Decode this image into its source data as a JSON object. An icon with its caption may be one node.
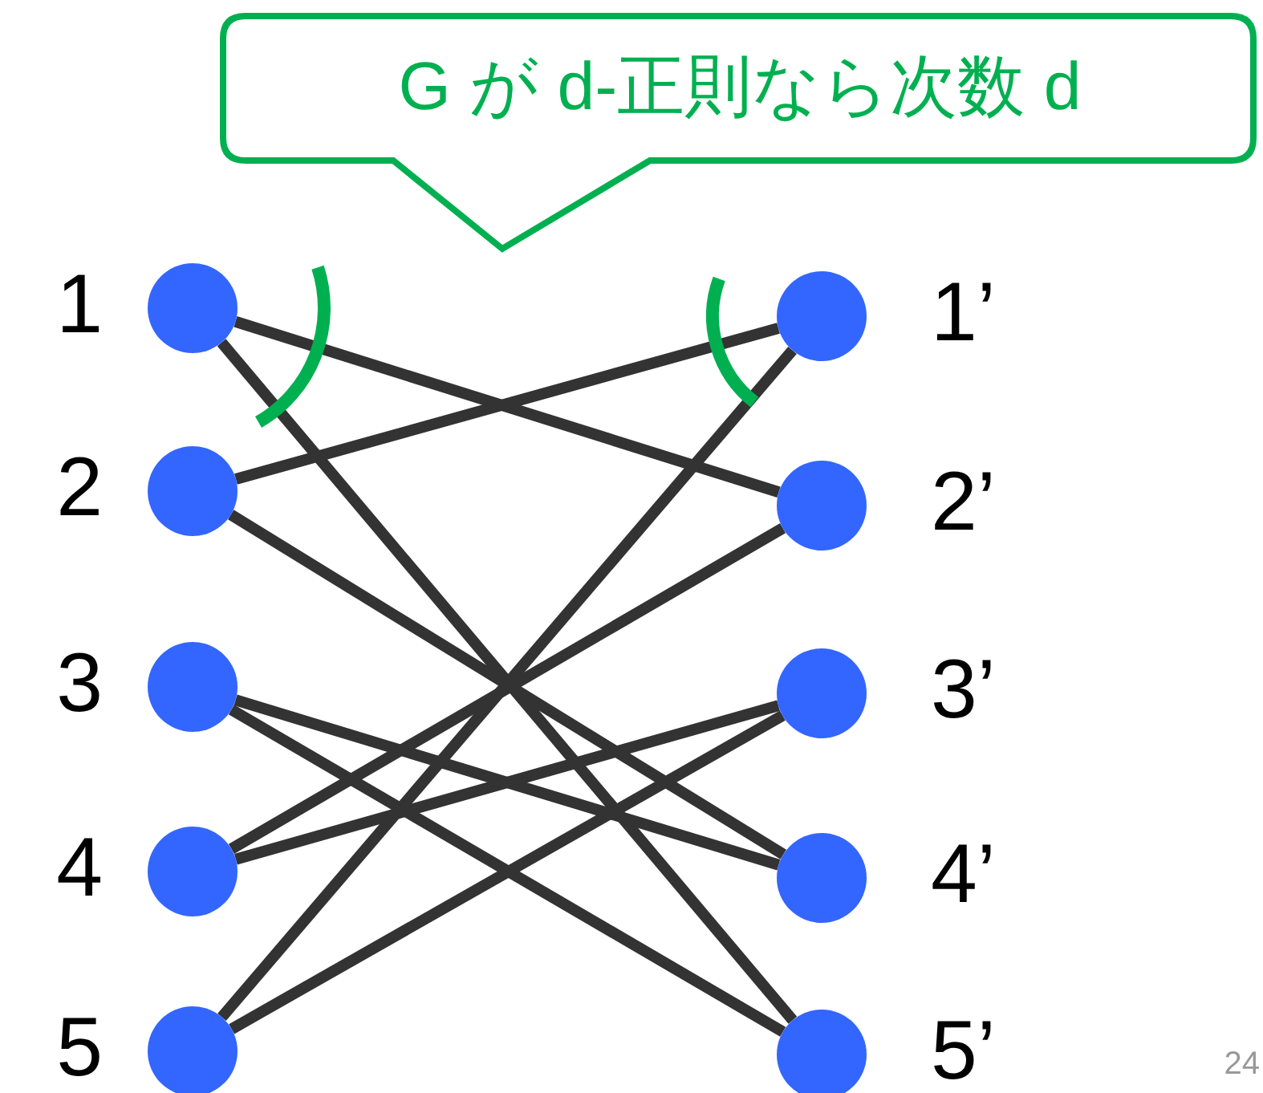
{
  "diagram": {
    "nodes": [
      {
        "text": [
          "G が d-正則なら次数 d"
        ]
      },
      {
        "text": [],
        "shape": "circle",
        "beside": [
          "1"
        ]
      },
      {
        "text": [],
        "shape": "circle",
        "beside": [
          "2"
        ]
      },
      {
        "text": [],
        "shape": "circle",
        "beside": [
          "3"
        ]
      },
      {
        "text": [],
        "shape": "circle",
        "beside": [
          "4"
        ]
      },
      {
        "text": [],
        "shape": "circle",
        "beside": [
          "5"
        ]
      },
      {
        "text": [],
        "shape": "circle",
        "beside": [
          "1’"
        ]
      },
      {
        "text": [],
        "shape": "circle",
        "beside": [
          "2’"
        ]
      },
      {
        "text": [],
        "shape": "circle",
        "beside": [
          "3’"
        ]
      },
      {
        "text": [],
        "shape": "circle",
        "beside": [
          "4’"
        ]
      },
      {
        "text": [],
        "shape": "circle",
        "beside": [
          "5’"
        ]
      }
    ],
    "edges": [
      {
        "from": 1,
        "to": 7,
        "arrow": "none"
      },
      {
        "from": 1,
        "to": 10,
        "arrow": "none"
      },
      {
        "from": 2,
        "to": 6,
        "arrow": "none"
      },
      {
        "from": 2,
        "to": 9,
        "arrow": "none"
      },
      {
        "from": 3,
        "to": 9,
        "arrow": "none"
      },
      {
        "from": 3,
        "to": 10,
        "arrow": "none"
      },
      {
        "from": 4,
        "to": 7,
        "arrow": "none"
      },
      {
        "from": 4,
        "to": 8,
        "arrow": "none"
      },
      {
        "from": 5,
        "to": 6,
        "arrow": "none"
      },
      {
        "from": 5,
        "to": 8,
        "arrow": "none"
      }
    ],
    "labels": [
      "24"
    ]
  }
}
